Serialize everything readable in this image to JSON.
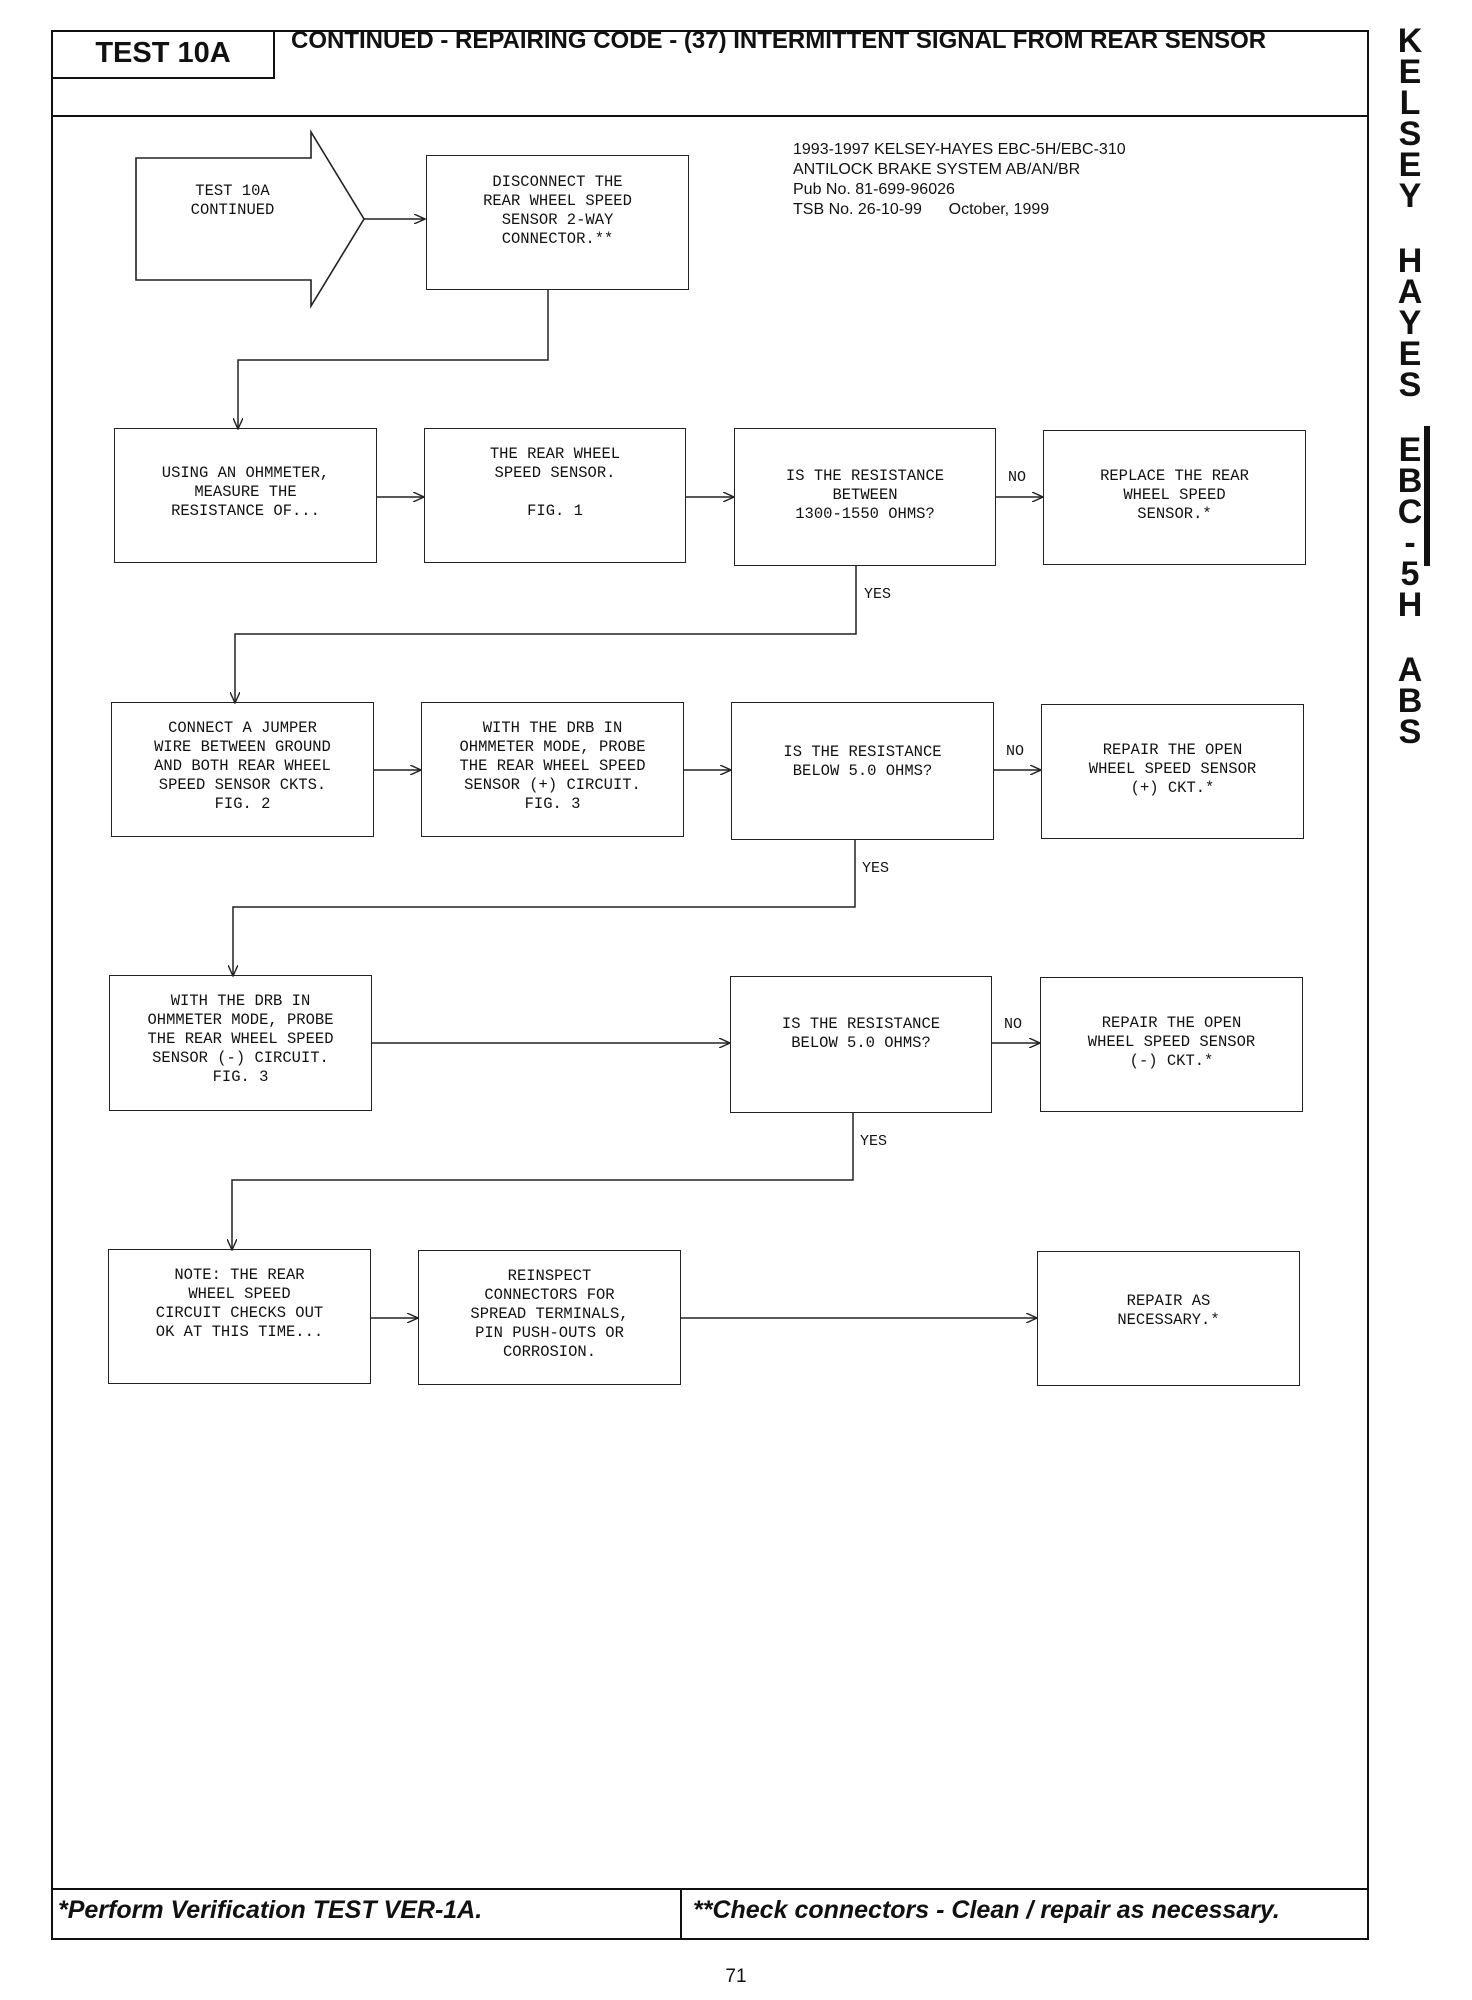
{
  "header": {
    "test_label": "TEST 10A",
    "title": "CONTINUED - REPAIRING CODE - (37) INTERMITTENT SIGNAL FROM REAR SENSOR"
  },
  "side_title": "KELSEY HAYES EBC-5H ABS",
  "publication": {
    "line1": "1993-1997 KELSEY-HAYES EBC-5H/EBC-310",
    "line2": "ANTILOCK BRAKE SYSTEM AB/AN/BR",
    "line3": "Pub No. 81-699-96026",
    "line4": "TSB No. 26-10-99      October, 1999"
  },
  "flowchart": {
    "start": "TEST 10A\nCONTINUED",
    "disconnect": "DISCONNECT THE\nREAR WHEEL SPEED\nSENSOR 2-WAY\nCONNECTOR.**",
    "ohmmeter": "USING AN OHMMETER,\nMEASURE THE\nRESISTANCE OF...",
    "sensor": "THE REAR WHEEL\nSPEED SENSOR.\n\nFIG. 1",
    "q1": "IS THE RESISTANCE\nBETWEEN\n1300-1550 OHMS?",
    "r1": "REPLACE THE REAR\nWHEEL SPEED\nSENSOR.*",
    "jumper": "CONNECT A JUMPER\nWIRE BETWEEN GROUND\nAND BOTH REAR WHEEL\nSPEED SENSOR CKTS.\nFIG. 2",
    "probe_pos": "WITH THE DRB IN\nOHMMETER MODE, PROBE\nTHE REAR WHEEL SPEED\nSENSOR (+) CIRCUIT.\nFIG. 3",
    "q2": "IS THE RESISTANCE\nBELOW 5.0 OHMS?",
    "r2": "REPAIR THE OPEN\nWHEEL SPEED SENSOR\n(+) CKT.*",
    "probe_neg": "WITH THE DRB IN\nOHMMETER MODE, PROBE\nTHE REAR WHEEL SPEED\nSENSOR (-) CIRCUIT.\nFIG. 3",
    "q3": "IS THE RESISTANCE\nBELOW 5.0 OHMS?",
    "r3": "REPAIR THE OPEN\nWHEEL SPEED SENSOR\n(-) CKT.*",
    "note": "NOTE:  THE REAR\nWHEEL SPEED\nCIRCUIT CHECKS OUT\nOK AT THIS TIME...",
    "reinspect": "REINSPECT\nCONNECTORS FOR\nSPREAD TERMINALS,\nPIN PUSH-OUTS OR\nCORROSION.",
    "repair": "REPAIR AS\nNECESSARY.*",
    "no_label": "NO",
    "yes_label": "YES"
  },
  "footer": {
    "left": "*Perform Verification TEST VER-1A.",
    "right": "**Check connectors - Clean / repair as necessary."
  },
  "page_number": "71"
}
